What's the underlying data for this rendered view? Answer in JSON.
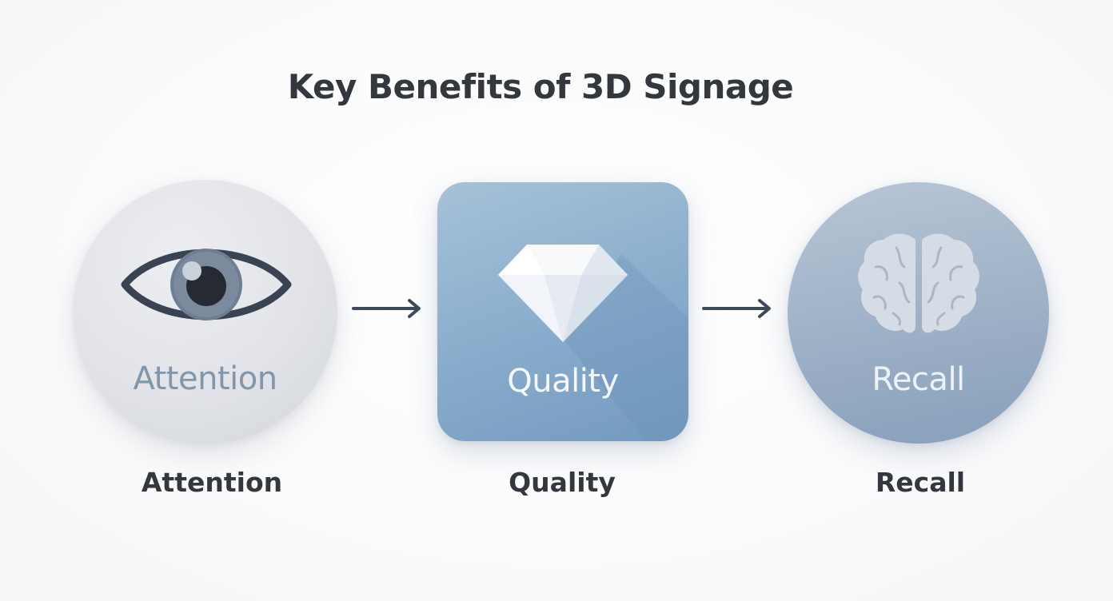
{
  "title": "Key Benefits of 3D Signage",
  "nodes": [
    {
      "icon": "eye-icon",
      "inner_label": "Attention",
      "caption": "Attention"
    },
    {
      "icon": "diamond-icon",
      "inner_label": "Quality",
      "caption": "Quality"
    },
    {
      "icon": "brain-icon",
      "inner_label": "Recall",
      "caption": "Recall"
    }
  ],
  "colors": {
    "title_text": "#33383f",
    "attention_fill": "#e1e3e8",
    "quality_fill": "#8aaecc",
    "recall_fill": "#9cb0c6",
    "arrow": "#3d4a5c"
  }
}
